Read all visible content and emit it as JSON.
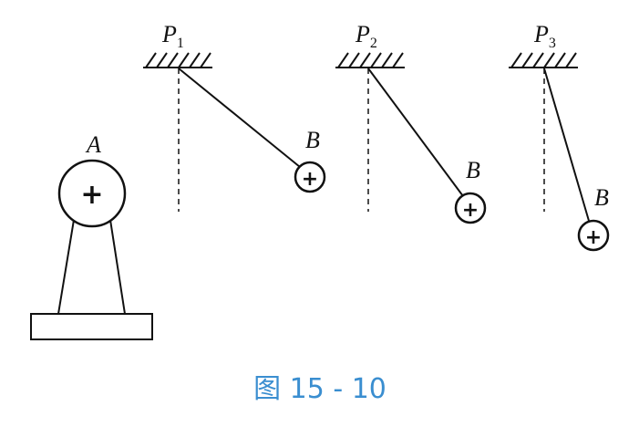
{
  "sphere_A": {
    "label": "A",
    "charge": "+"
  },
  "suspension_points": [
    {
      "label": "P",
      "subscript": "1"
    },
    {
      "label": "P",
      "subscript": "2"
    },
    {
      "label": "P",
      "subscript": "3"
    }
  ],
  "balls_B": [
    {
      "label": "B",
      "charge": "+"
    },
    {
      "label": "B",
      "charge": "+"
    },
    {
      "label": "B",
      "charge": "+"
    }
  ],
  "caption": "图 15 - 10",
  "colors": {
    "ink": "#111111",
    "caption": "#3a8ed0"
  }
}
